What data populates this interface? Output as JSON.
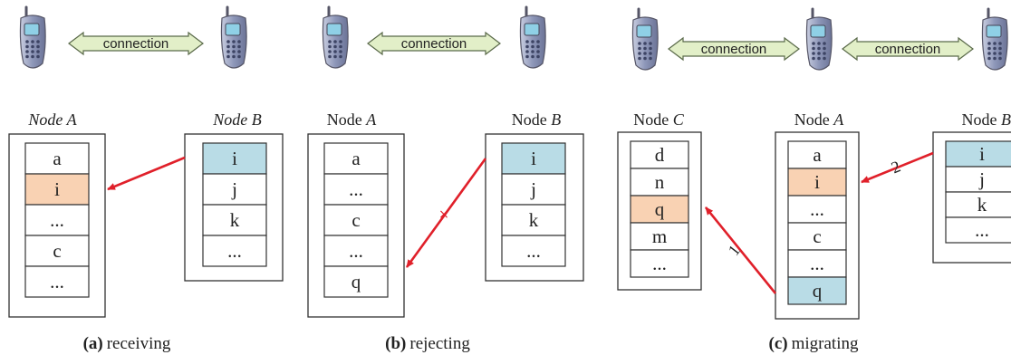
{
  "panels": [
    {
      "id": "a",
      "caption_letter": "(a)",
      "caption_text": "receiving",
      "nodes": [
        {
          "prefix": "",
          "name": "Node A",
          "italic_all": true
        },
        {
          "prefix": "",
          "name": "Node B",
          "italic_all": true
        }
      ],
      "connections": [
        "connection"
      ],
      "stacks": [
        {
          "cells": [
            "a",
            "i",
            "...",
            "c",
            "..."
          ],
          "highlight": {
            "1": "orange"
          }
        },
        {
          "cells": [
            "i",
            "j",
            "k",
            "..."
          ],
          "highlight": {
            "0": "blue"
          }
        }
      ],
      "arrows": [
        {
          "label": "",
          "status": "accepted"
        }
      ]
    },
    {
      "id": "b",
      "caption_letter": "(b)",
      "caption_text": "rejecting",
      "nodes": [
        {
          "prefix": "Node ",
          "name": "A",
          "italic_all": false
        },
        {
          "prefix": "Node ",
          "name": "B",
          "italic_all": false
        }
      ],
      "connections": [
        "connection"
      ],
      "stacks": [
        {
          "cells": [
            "a",
            "...",
            "c",
            "...",
            "q"
          ],
          "highlight": {}
        },
        {
          "cells": [
            "i",
            "j",
            "k",
            "..."
          ],
          "highlight": {
            "0": "blue"
          }
        }
      ],
      "arrows": [
        {
          "label": "",
          "status": "rejected",
          "mark": "×"
        }
      ]
    },
    {
      "id": "c",
      "caption_letter": "(c)",
      "caption_text": "migrating",
      "nodes": [
        {
          "prefix": "Node ",
          "name": "C",
          "italic_all": false
        },
        {
          "prefix": "Node ",
          "name": "A",
          "italic_all": false
        },
        {
          "prefix": "Node ",
          "name": "B",
          "italic_all": false
        }
      ],
      "connections": [
        "connection",
        "connection"
      ],
      "stacks": [
        {
          "cells": [
            "d",
            "n",
            "q",
            "m",
            "..."
          ],
          "highlight": {
            "2": "orange"
          }
        },
        {
          "cells": [
            "a",
            "i",
            "...",
            "c",
            "...",
            "q"
          ],
          "highlight": {
            "1": "orange",
            "5": "blue"
          }
        },
        {
          "cells": [
            "i",
            "j",
            "k",
            "..."
          ],
          "highlight": {
            "0": "blue"
          }
        }
      ],
      "arrows": [
        {
          "label": "1",
          "status": "step"
        },
        {
          "label": "2",
          "status": "step"
        }
      ]
    }
  ],
  "colors": {
    "arrow": "#e0202a",
    "highlight_orange": "#f9d2b3",
    "highlight_blue": "#b9dce6",
    "connection_fill": "#e2efc8",
    "connection_stroke": "#5a6a4a",
    "phone_body": "#9aa3c2",
    "phone_screen": "#8fd0e6"
  },
  "icons": [
    "phone-icon",
    "double-arrow-icon"
  ]
}
